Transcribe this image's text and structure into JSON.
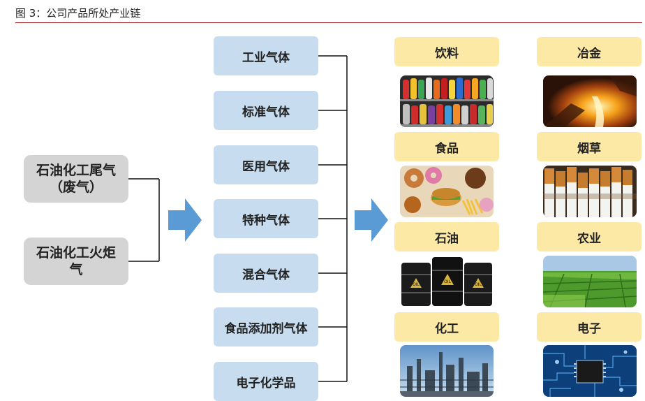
{
  "caption": "图 3：公司产品所处产业链",
  "sources": [
    "石油化工尾气（废气）",
    "石油化工火炬气"
  ],
  "sources_lines": [
    [
      "石油化工尾气",
      "（废气）"
    ],
    [
      "石油化工火炬",
      "气"
    ]
  ],
  "gases": [
    "工业气体",
    "标准气体",
    "医用气体",
    "特种气体",
    "混合气体",
    "食品添加剂气体",
    "电子化学品"
  ],
  "industries": [
    "饮料",
    "冶金",
    "食品",
    "烟草",
    "石油",
    "农业",
    "化工",
    "电子"
  ],
  "oil_barrel_text": "OIL",
  "colors": {
    "source_box": "#d4d4d4",
    "gas_box": "#c7dcee",
    "industry_label": "#fde9a6",
    "arrow": "#5b9bd5",
    "caption_rule": "#9b1c1c"
  }
}
